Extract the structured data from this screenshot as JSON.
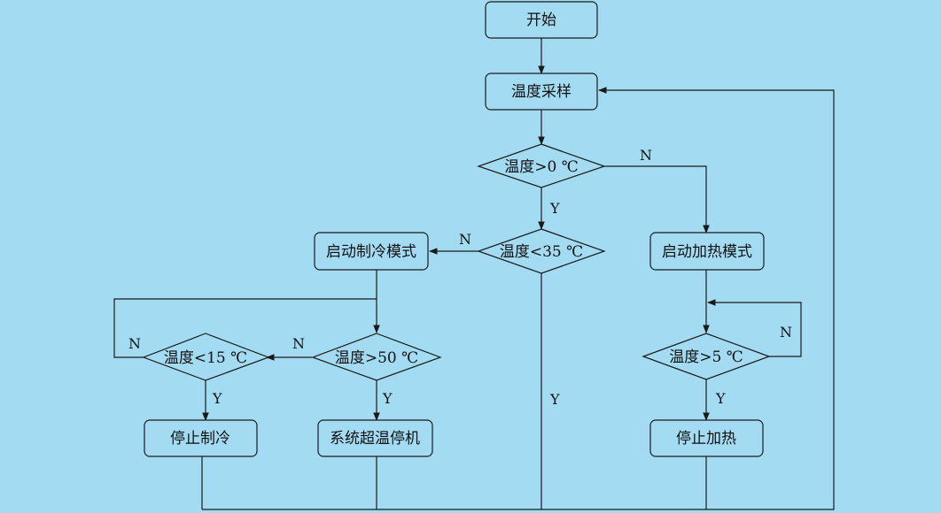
{
  "nodes": {
    "start": "开始",
    "sampling": "温度采样",
    "check_above_0": "温度>0 ℃",
    "check_below_35": "温度<35 ℃",
    "start_cooling": "启动制冷模式",
    "start_heating": "启动加热模式",
    "check_above_50": "温度>50 ℃",
    "check_below_15": "温度<15 ℃",
    "check_above_5": "温度>5 ℃",
    "stop_cooling": "停止制冷",
    "overheat_shutdown": "系统超温停机",
    "stop_heating": "停止加热"
  },
  "edge_labels": {
    "yes": "Y",
    "no": "N"
  }
}
